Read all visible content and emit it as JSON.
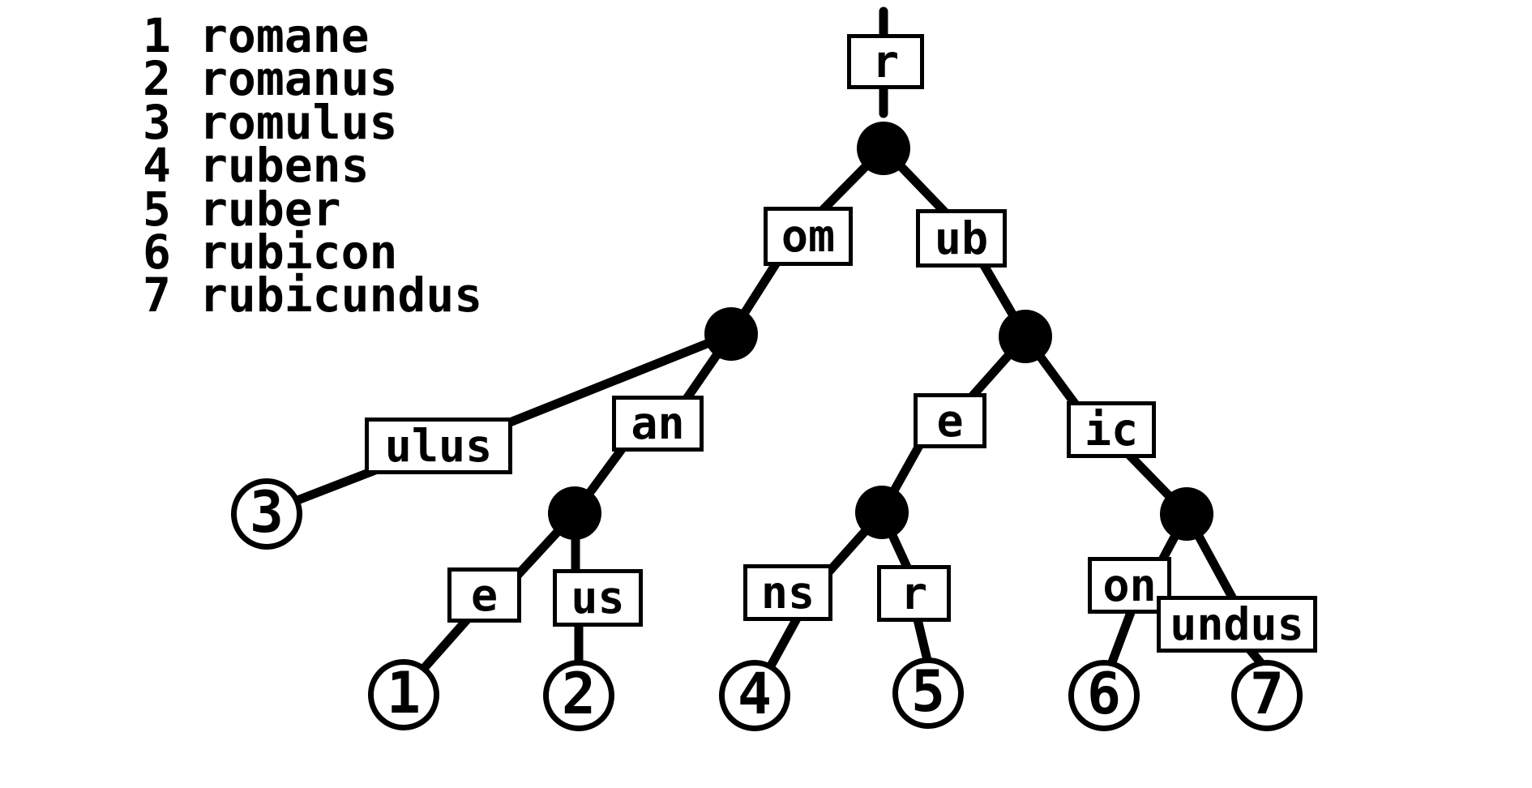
{
  "colors": {
    "ink": "#000000",
    "paper": "#ffffff"
  },
  "legend": {
    "items": [
      {
        "num": "1",
        "word": "romane"
      },
      {
        "num": "2",
        "word": "romanus"
      },
      {
        "num": "3",
        "word": "romulus"
      },
      {
        "num": "4",
        "word": "rubens"
      },
      {
        "num": "5",
        "word": "ruber"
      },
      {
        "num": "6",
        "word": "rubicon"
      },
      {
        "num": "7",
        "word": "rubicundus"
      }
    ]
  },
  "tree": {
    "kind": "radix-tree",
    "edge_labels": {
      "root": "r",
      "om": "om",
      "ub": "ub",
      "ulus": "ulus",
      "an": "an",
      "e_rom": "e",
      "us": "us",
      "e_rub": "e",
      "ic": "ic",
      "ns": "ns",
      "r_rube": "r",
      "on": "on",
      "undus": "undus"
    },
    "leaf_labels": [
      "1",
      "2",
      "3",
      "4",
      "5",
      "6",
      "7"
    ]
  }
}
